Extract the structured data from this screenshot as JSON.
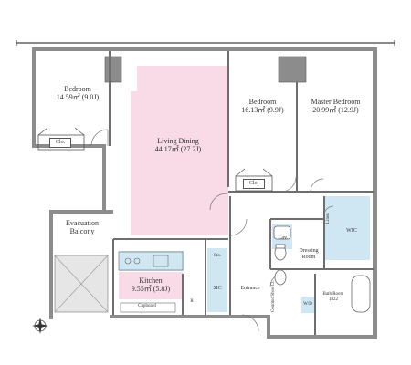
{
  "rooms": {
    "bedroom_left": {
      "name": "Bedroom",
      "area": "14.59㎡ (9.0J)"
    },
    "living_dining": {
      "name": "Living Dining",
      "area": "44.17㎡ (27.2J)"
    },
    "bedroom_mid": {
      "name": "Bedroom",
      "area": "16.13㎡ (9.9J)"
    },
    "master_bedroom": {
      "name": "Master Bedroom",
      "area": "20.99㎡ (12.9J)"
    },
    "kitchen": {
      "name": "Kitchen",
      "area": "9.55㎡ (5.8J)"
    },
    "evacuation_balcony": {
      "line1": "Evacuation",
      "line2": "Balcony"
    },
    "lav": "Lav.",
    "dressing_room": {
      "line1": "Dressing",
      "line2": "Room"
    },
    "wic": "WIC",
    "entrance": "Entrance",
    "sic": "SIC",
    "sto": "Sto.",
    "bath_room": {
      "name": "Bath Room",
      "size": "1822"
    },
    "linen": "Linen",
    "cupboard": "Cupboard",
    "r": "R",
    "wd": "W/D",
    "counter_shoe_cl": "Counter Shoe Cl.",
    "clo_left": "Clo.",
    "clo_mid": "Clo."
  },
  "colors": {
    "living_dining_fill": "#f8dbe6",
    "kitchen_fill": "#f8dbe6",
    "wet_area_fill": "#cfe6f3",
    "wall": "#7a7a7a",
    "structure": "#8c8c8c"
  },
  "icons": [
    "compass-icon",
    "bathtub-icon",
    "toilet-icon",
    "sink-icon",
    "stove-icon",
    "door-swing-icon"
  ]
}
